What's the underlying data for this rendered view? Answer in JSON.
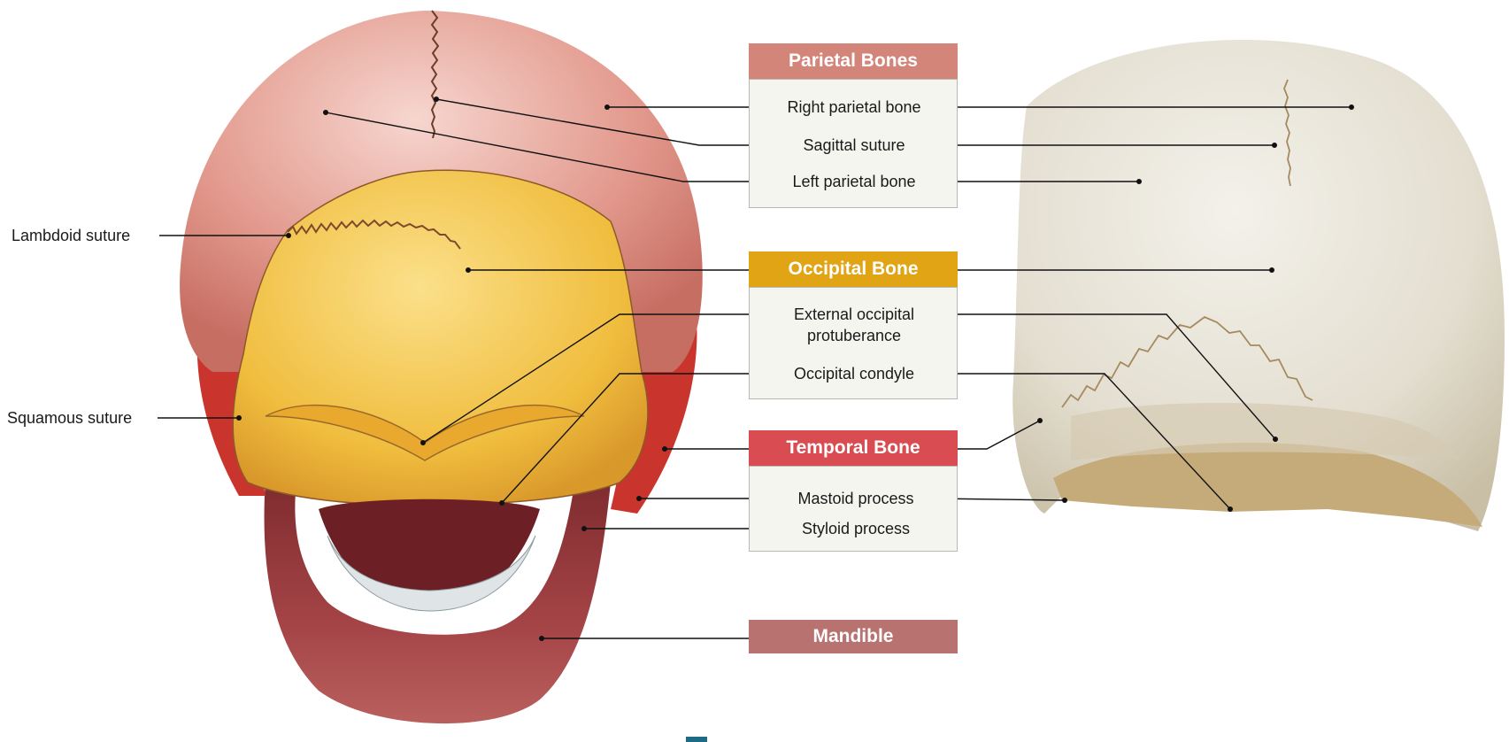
{
  "headers": {
    "parietal": "Parietal Bones",
    "occipital": "Occipital Bone",
    "temporal": "Temporal Bone",
    "mandible": "Mandible"
  },
  "labels": {
    "right_parietal": "Right parietal bone",
    "sagittal": "Sagittal suture",
    "left_parietal": "Left parietal bone",
    "lambdoid": "Lambdoid suture",
    "ext_occ_1": "External occipital",
    "ext_occ_2": "protuberance",
    "occ_condyle": "Occipital condyle",
    "squamous": "Squamous suture",
    "mastoid": "Mastoid process",
    "styloid": "Styloid process"
  },
  "colors": {
    "parietal_header": "#d4857a",
    "occipital_header": "#e0a414",
    "temporal_header": "#d94c52",
    "mandible_header": "#b87370",
    "parietal_bone": "#dc8e82",
    "occipital_bone": "#f2c24a",
    "temporal_bone": "#c8342e",
    "mandible_bone": "#9b3a3a",
    "real_skull": "#e6e2d3"
  }
}
